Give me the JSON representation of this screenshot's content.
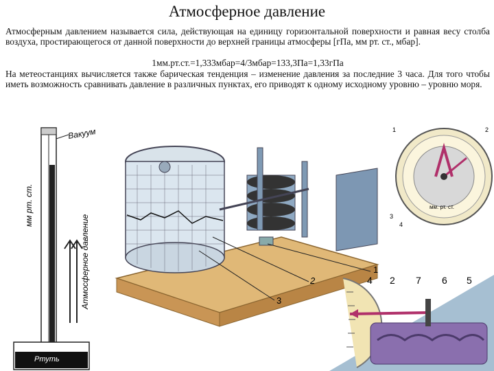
{
  "title": "Атмосферное давление",
  "paragraphs": {
    "definition": "Атмосферным давлением называется сила, действующая на единицу горизонтальной поверхности и равная весу столба воздуха, простирающегося от данной поверхности до верхней границы атмосферы [гПа, мм рт. ст., мбар].",
    "conversion": "1мм.рт.ст.=1,333мбар=4/3мбар=133,3Па=1,33гПа",
    "tendency": "На метеостанциях вычисляется также барическая тенденция – изменение давления за последние 3 часа. Для того чтобы иметь возможность сравнивать давление в различных пунктах, его приводят к одному исходному уровню – уровню моря."
  },
  "barometer": {
    "vacuum": "Вакуум",
    "scale": "мм рт. ст.",
    "pressure": "Атмосферное давление",
    "mercury": "Ртуть"
  },
  "barograph_labels": [
    "1",
    "2",
    "3"
  ],
  "aneroid": {
    "unit": "мм. рт. ст.",
    "labels": [
      "1",
      "2",
      "3",
      "4"
    ]
  },
  "mechanism_labels": [
    "4",
    "2",
    "7",
    "6",
    "5"
  ]
}
